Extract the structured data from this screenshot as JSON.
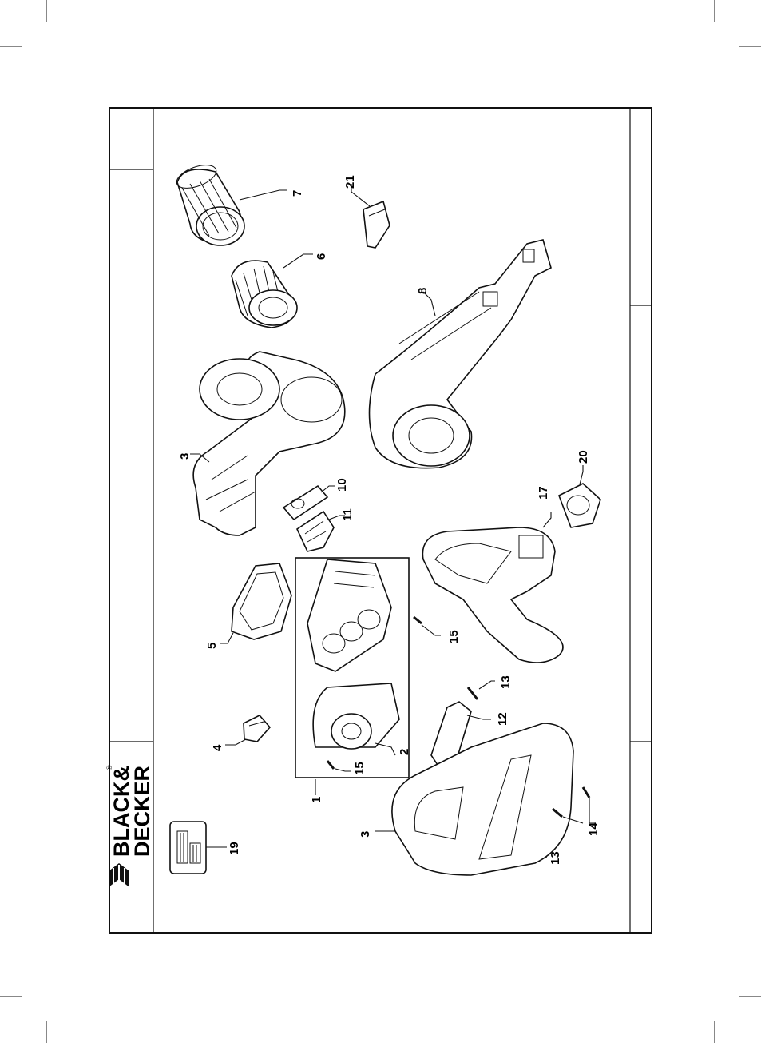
{
  "brand": {
    "line1": "BLACK&",
    "line2": "DECKER",
    "mark": "®",
    "logo_icon": "chevron-stripes-icon"
  },
  "callouts": [
    {
      "id": "7",
      "label": "7"
    },
    {
      "id": "21",
      "label": "21"
    },
    {
      "id": "6",
      "label": "6"
    },
    {
      "id": "8",
      "label": "8"
    },
    {
      "id": "3a",
      "label": "3"
    },
    {
      "id": "10",
      "label": "10"
    },
    {
      "id": "11",
      "label": "11"
    },
    {
      "id": "20",
      "label": "20"
    },
    {
      "id": "17",
      "label": "17"
    },
    {
      "id": "5",
      "label": "5"
    },
    {
      "id": "15a",
      "label": "15"
    },
    {
      "id": "13a",
      "label": "13"
    },
    {
      "id": "12",
      "label": "12"
    },
    {
      "id": "2",
      "label": "2"
    },
    {
      "id": "4",
      "label": "4"
    },
    {
      "id": "15b",
      "label": "15"
    },
    {
      "id": "1",
      "label": "1"
    },
    {
      "id": "3b",
      "label": "3"
    },
    {
      "id": "14",
      "label": "14"
    },
    {
      "id": "13b",
      "label": "13"
    },
    {
      "id": "19",
      "label": "19"
    }
  ],
  "colors": {
    "line": "#111111",
    "background": "#ffffff"
  }
}
